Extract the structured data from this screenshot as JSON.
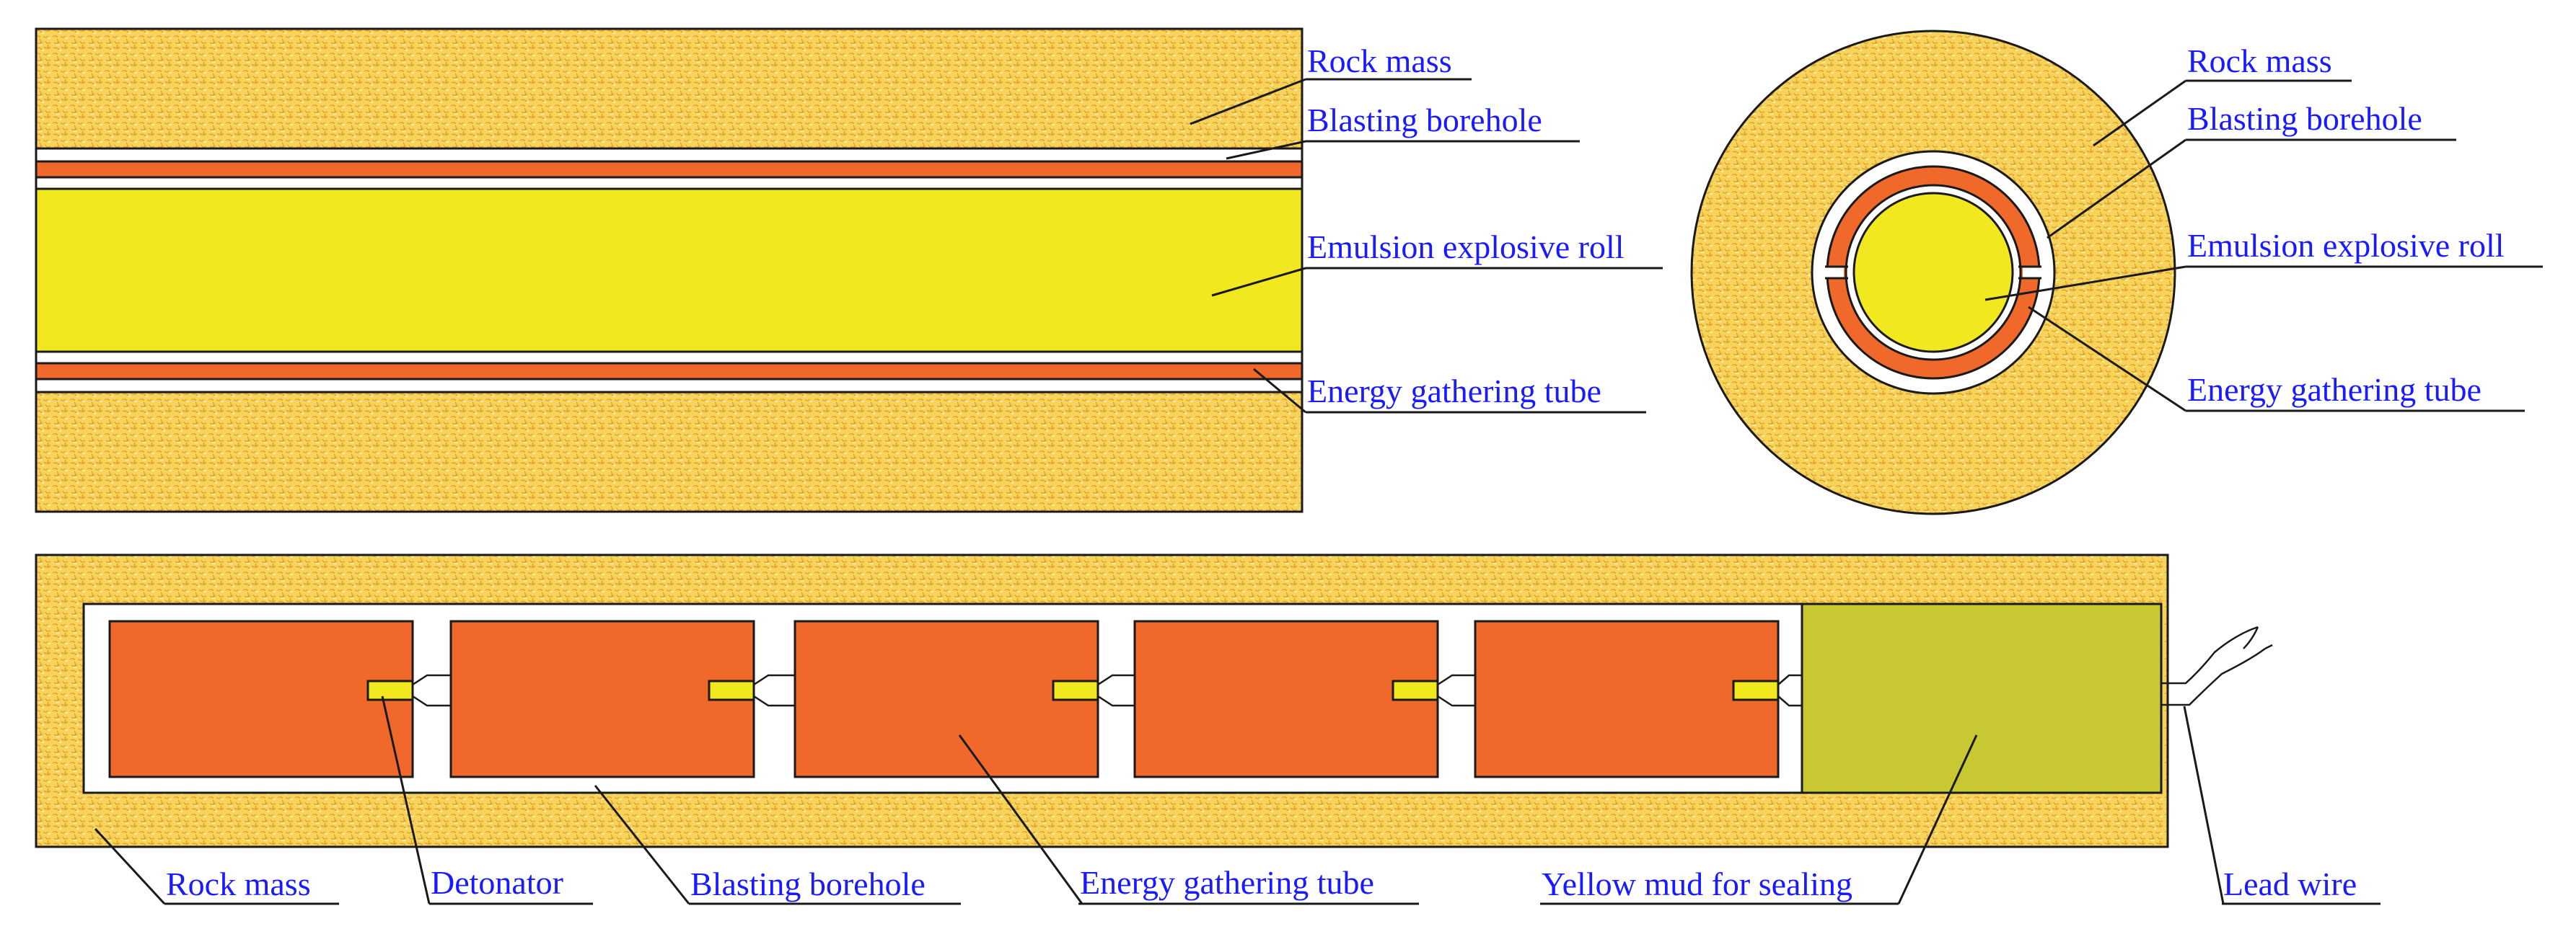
{
  "top_left": {
    "labels": [
      "Rock mass",
      "Blasting borehole",
      "Emulsion explosive roll",
      "Energy gathering tube"
    ]
  },
  "top_right": {
    "labels": [
      "Rock mass",
      "Blasting borehole",
      "Emulsion explosive roll",
      "Energy gathering tube"
    ]
  },
  "bottom": {
    "labels": [
      "Rock mass",
      "Detonator",
      "Blasting borehole",
      "Energy gathering tube",
      "Yellow mud for sealing",
      "Lead wire"
    ]
  },
  "colors": {
    "rock_fill": "#f6d45a",
    "rock_texture": "#e59a2e",
    "rock_speck": "#fffbe0",
    "explosive": "#f2e820",
    "tube": "#f0692a",
    "mud": "#c7c832",
    "label_text": "#1a1aff",
    "line": "#1a1a1a"
  }
}
